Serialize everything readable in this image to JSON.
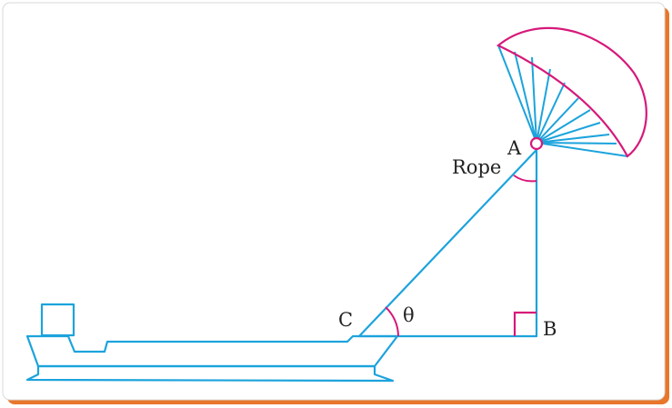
{
  "labels": {
    "A": "A",
    "B": "B",
    "C": "C",
    "rope": "Rope",
    "theta": "θ"
  },
  "colors": {
    "line": "#1ca3dc",
    "accent": "#d6197a",
    "frame_shadow": "#e8762b",
    "frame_border": "#d8d8d8",
    "text": "#222222"
  }
}
